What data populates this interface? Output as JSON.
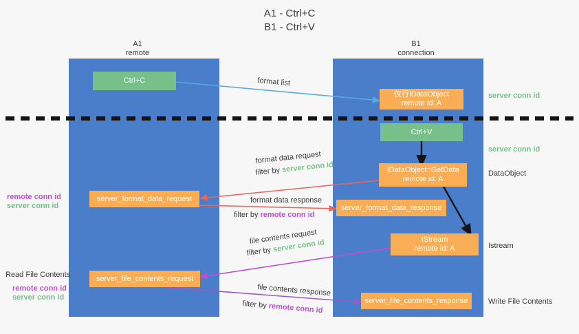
{
  "title": {
    "line1": "A1 - Ctrl+C",
    "line2": "B1 - Ctrl+V"
  },
  "lanes": [
    {
      "id": "a1",
      "name": "A1",
      "sub": "remote"
    },
    {
      "id": "b1",
      "name": "B1",
      "sub": "connection"
    }
  ],
  "boxes": {
    "ctrl_c": {
      "line1": "Ctrl+C",
      "line2": "",
      "color": "#77c08a"
    },
    "idataobject": {
      "line1": "仅行IDataObject",
      "line2": "remote id: A",
      "color": "#f9ad55"
    },
    "ctrl_v": {
      "line1": "Ctrl+V",
      "line2": "",
      "color": "#77c08a"
    },
    "getdata": {
      "line1": "IDataObject::GetData",
      "line2": "remote id: A",
      "color": "#f9ad55"
    },
    "istream": {
      "line1": "IStream",
      "line2": "remote id: A",
      "color": "#f9ad55"
    },
    "server_format_data_request": {
      "line1": "server_format_data_request",
      "line2": "",
      "color": "#f9ad55"
    },
    "server_format_data_response": {
      "line1": "server_format_data_response",
      "line2": "",
      "color": "#f9ad55"
    },
    "server_file_contents_request": {
      "line1": "server_file_contents_request",
      "line2": "",
      "color": "#f9ad55"
    },
    "server_file_contents_response": {
      "line1": "server_file_contents_response",
      "line2": "",
      "color": "#f9ad55"
    }
  },
  "arrow_labels": {
    "format_list": "format list",
    "format_data_request": "format data request",
    "format_data_request_filter_prefix": "filter by ",
    "format_data_request_filter_value": "server conn id",
    "format_data_response": "format data response",
    "format_data_response_filter_prefix": "filter by ",
    "format_data_response_filter_value": "remote conn id",
    "file_contents_request": "file contents request",
    "file_contents_request_filter_prefix": "filter by ",
    "file_contents_request_filter_value": "server conn id",
    "file_contents_response": "file contents response",
    "file_contents_response_filter_prefix": "filter by ",
    "file_contents_response_filter_value": "remote conn id"
  },
  "side_labels": {
    "right_server_conn_id_top": "server conn id",
    "right_server_conn_id_mid": "server conn id",
    "right_dataobject": "DataObject",
    "right_istream": "Istream",
    "right_write_file_contents": "Write File Contents",
    "left_remote_conn_id_mid": "remote conn id",
    "left_server_conn_id_mid": "server conn id",
    "left_read_file_contents": "Read File Contents",
    "left_remote_conn_id_bottom": "remote conn id",
    "left_server_conn_id_bottom": "server conn id"
  },
  "colors": {
    "lane_blue": "#4a7ecb",
    "box_green": "#77c08a",
    "box_orange": "#f9ad55",
    "text_green": "#77c08a",
    "text_purple": "#c04fd0",
    "arrow_blue": "#5aa9e0",
    "arrow_red": "#e8675a",
    "arrow_magenta": "#c04fd0",
    "arrow_purple": "#9b59c8",
    "arrow_black": "#1a1a1a",
    "divider_black": "#141414",
    "background": "#f7f7f7"
  }
}
